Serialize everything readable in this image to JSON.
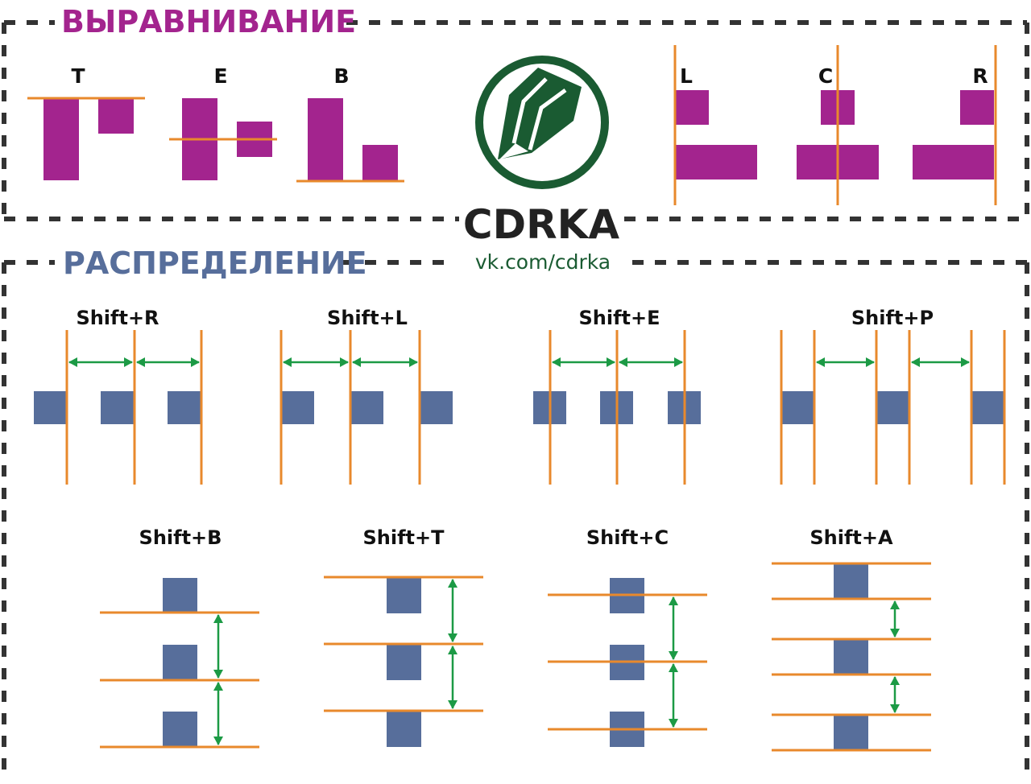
{
  "colors": {
    "magenta": "#a3248e",
    "blue": "#576e9b",
    "orange": "#e8892c",
    "green": "#1c9a45",
    "dark_green": "#1a5b32",
    "border": "#333333",
    "title_align": "#a3248e",
    "title_distribute": "#576e9b"
  },
  "align": {
    "title": "ВЫРАВНИВАНИЕ",
    "labels": {
      "top": "T",
      "middle": "E",
      "bottom": "B",
      "left": "L",
      "center": "C",
      "right": "R"
    }
  },
  "distribute": {
    "title": "РАСПРЕДЕЛЕНИЕ",
    "horizontal": [
      {
        "key": "Shift+R",
        "mode": "right"
      },
      {
        "key": "Shift+L",
        "mode": "left"
      },
      {
        "key": "Shift+E",
        "mode": "center"
      },
      {
        "key": "Shift+P",
        "mode": "spacing"
      }
    ],
    "vertical": [
      {
        "key": "Shift+B",
        "mode": "bottom"
      },
      {
        "key": "Shift+T",
        "mode": "top"
      },
      {
        "key": "Shift+C",
        "mode": "center"
      },
      {
        "key": "Shift+A",
        "mode": "spacing"
      }
    ]
  },
  "brand": {
    "name": "CDRKA",
    "url": "vk.com/cdrka",
    "logo": "pencil-in-circle-logo"
  }
}
